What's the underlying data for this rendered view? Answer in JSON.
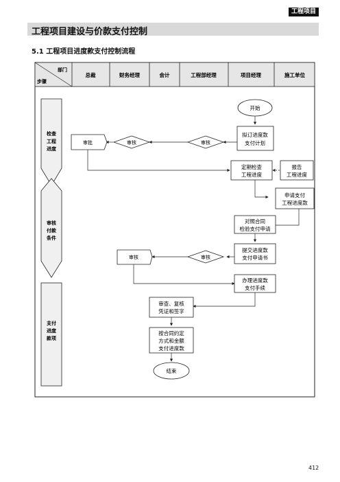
{
  "header_tag": "工程项目",
  "section_title": "工程项目建设与价款支付控制",
  "subsection_title": "5.1 工程项目进度款支付控制流程",
  "page_number": "412",
  "flowchart": {
    "corner_dept": "部门",
    "corner_step": "步骤",
    "departments": [
      "总裁",
      "财务经理",
      "会计",
      "工程部经理",
      "项目经理",
      "施工单位"
    ],
    "stages": [
      [
        "检查",
        "工程",
        "进度"
      ],
      [
        "审核",
        "付款",
        "条件"
      ],
      [
        "支付",
        "进度",
        "款项"
      ]
    ],
    "nodes": {
      "start": "开始",
      "plan": [
        "拟订进度款",
        "支付计划"
      ],
      "review_pm1": "审核",
      "review_fin1": "审核",
      "approve_ceo": "审批",
      "inspect": [
        "定期检查",
        "工程进度"
      ],
      "report": [
        "报告",
        "工程进度"
      ],
      "apply": [
        "申请支付",
        "工程进度款"
      ],
      "contract_check": [
        "对照合同",
        "检验支付申请"
      ],
      "submit": [
        "提交进度款",
        "支付申请书"
      ],
      "review_pm2": "审核",
      "review_fin2": "审核",
      "handle": [
        "办理进度款",
        "支付手续"
      ],
      "verify": [
        "审查、复核",
        "凭证和签字"
      ],
      "pay": [
        "按合同约定",
        "方式和金额",
        "支付进度款"
      ],
      "end": "结束"
    }
  }
}
